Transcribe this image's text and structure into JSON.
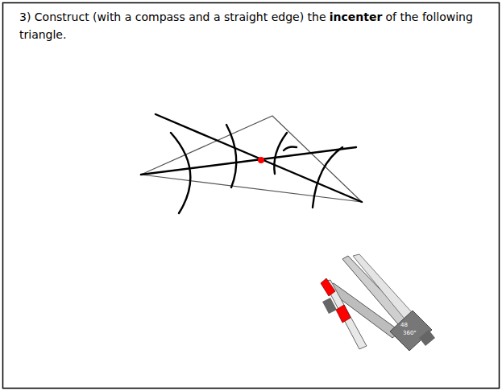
{
  "diagram": {
    "labels": [
      "3) Construct (with a compass and a straight edge) the",
      "incenter",
      "of the following triangle.",
      "48",
      "360°"
    ]
  }
}
